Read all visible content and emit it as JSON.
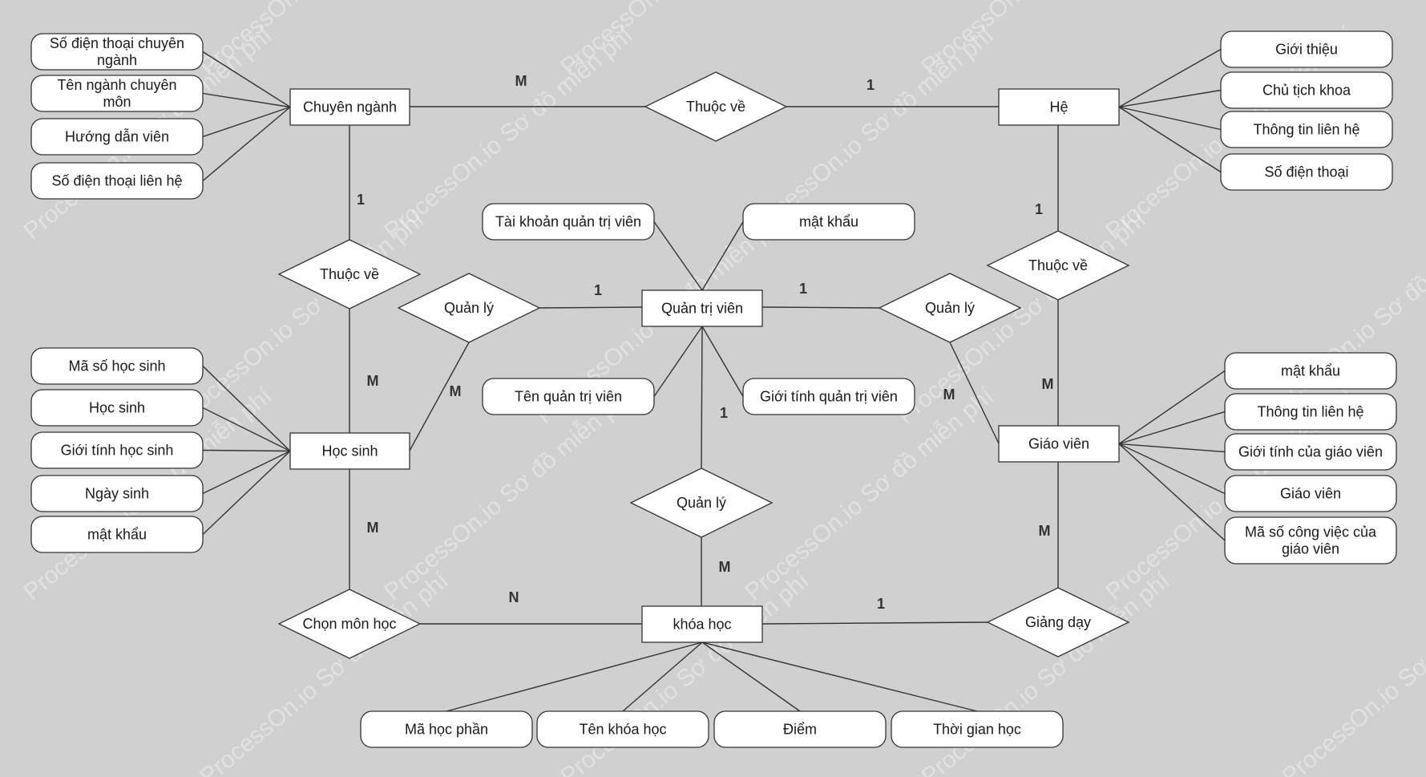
{
  "colors": {
    "background": "#d0d0d0",
    "shape_fill": "#ffffff",
    "stroke": "#333333",
    "watermark": "#ffffff"
  },
  "watermark": "ProcessOn.io Sơ đồ miễn phí",
  "entities": [
    {
      "id": "chuyen_nganh",
      "label": "Chuyên ngành"
    },
    {
      "id": "he",
      "label": "Hệ"
    },
    {
      "id": "quan_tri_vien",
      "label": "Quản trị viên"
    },
    {
      "id": "hoc_sinh",
      "label": "Học sinh"
    },
    {
      "id": "giao_vien",
      "label": "Giáo viên"
    },
    {
      "id": "khoa_hoc",
      "label": "khóa học"
    }
  ],
  "relationships": [
    {
      "id": "thuoc_ve_top",
      "label": "Thuộc về"
    },
    {
      "id": "thuoc_ve_left",
      "label": "Thuộc về"
    },
    {
      "id": "thuoc_ve_right",
      "label": "Thuộc về"
    },
    {
      "id": "quan_ly_left",
      "label": "Quản lý"
    },
    {
      "id": "quan_ly_right",
      "label": "Quản lý"
    },
    {
      "id": "quan_ly_bottom",
      "label": "Quản lý"
    },
    {
      "id": "chon_mon_hoc",
      "label": "Chọn môn học"
    },
    {
      "id": "giang_day",
      "label": "Giảng dạy"
    }
  ],
  "attributes": [
    {
      "id": "a_cn_sdt",
      "entity": "chuyen_nganh",
      "lines": [
        "Số điện thoại chuyên",
        "ngành"
      ]
    },
    {
      "id": "a_cn_ten",
      "entity": "chuyen_nganh",
      "lines": [
        "Tên ngành chuyên",
        "môn"
      ]
    },
    {
      "id": "a_cn_hdv",
      "entity": "chuyen_nganh",
      "lines": [
        "Hướng dẫn viên"
      ]
    },
    {
      "id": "a_cn_sdtlh",
      "entity": "chuyen_nganh",
      "lines": [
        "Số điện thoại liên hệ"
      ]
    },
    {
      "id": "a_he_gt",
      "entity": "he",
      "lines": [
        "Giới thiệu"
      ]
    },
    {
      "id": "a_he_ctk",
      "entity": "he",
      "lines": [
        "Chủ tịch khoa"
      ]
    },
    {
      "id": "a_he_ttlh",
      "entity": "he",
      "lines": [
        "Thông tin liên hệ"
      ]
    },
    {
      "id": "a_he_sdt",
      "entity": "he",
      "lines": [
        "Số điện thoại"
      ]
    },
    {
      "id": "a_qt_tk",
      "entity": "quan_tri_vien",
      "lines": [
        "Tài khoản quản trị viên"
      ]
    },
    {
      "id": "a_qt_mk",
      "entity": "quan_tri_vien",
      "lines": [
        "mật khẩu"
      ]
    },
    {
      "id": "a_qt_ten",
      "entity": "quan_tri_vien",
      "lines": [
        "Tên quản trị viên"
      ]
    },
    {
      "id": "a_qt_gt",
      "entity": "quan_tri_vien",
      "lines": [
        "Giới tính quản trị viên"
      ]
    },
    {
      "id": "a_hs_ma",
      "entity": "hoc_sinh",
      "lines": [
        "Mã số học sinh"
      ]
    },
    {
      "id": "a_hs_hs",
      "entity": "hoc_sinh",
      "lines": [
        "Học sinh"
      ]
    },
    {
      "id": "a_hs_gt",
      "entity": "hoc_sinh",
      "lines": [
        "Giới tính học sinh"
      ]
    },
    {
      "id": "a_hs_ns",
      "entity": "hoc_sinh",
      "lines": [
        "Ngày sinh"
      ]
    },
    {
      "id": "a_hs_mk",
      "entity": "hoc_sinh",
      "lines": [
        "mật khẩu"
      ]
    },
    {
      "id": "a_gv_mk",
      "entity": "giao_vien",
      "lines": [
        "mật khẩu"
      ]
    },
    {
      "id": "a_gv_ttlh",
      "entity": "giao_vien",
      "lines": [
        "Thông tin liên hệ"
      ]
    },
    {
      "id": "a_gv_gt",
      "entity": "giao_vien",
      "lines": [
        "Giới tính của giáo viên"
      ]
    },
    {
      "id": "a_gv_gv",
      "entity": "giao_vien",
      "lines": [
        "Giáo viên"
      ]
    },
    {
      "id": "a_gv_ma",
      "entity": "giao_vien",
      "lines": [
        "Mã số công việc của",
        "giáo viên"
      ]
    },
    {
      "id": "a_kh_ma",
      "entity": "khoa_hoc",
      "lines": [
        "Mã học phần"
      ]
    },
    {
      "id": "a_kh_ten",
      "entity": "khoa_hoc",
      "lines": [
        "Tên khóa học"
      ]
    },
    {
      "id": "a_kh_diem",
      "entity": "khoa_hoc",
      "lines": [
        "Điểm"
      ]
    },
    {
      "id": "a_kh_tg",
      "entity": "khoa_hoc",
      "lines": [
        "Thời gian học"
      ]
    }
  ],
  "connections": [
    {
      "from": "chuyen_nganh",
      "to": "thuoc_ve_top",
      "card": "M"
    },
    {
      "from": "thuoc_ve_top",
      "to": "he",
      "card": "1"
    },
    {
      "from": "chuyen_nganh",
      "to": "thuoc_ve_left",
      "card": "1"
    },
    {
      "from": "thuoc_ve_left",
      "to": "hoc_sinh",
      "card": "M"
    },
    {
      "from": "he",
      "to": "thuoc_ve_right",
      "card": "1"
    },
    {
      "from": "thuoc_ve_right",
      "to": "giao_vien",
      "card": "M"
    },
    {
      "from": "quan_ly_left",
      "to": "quan_tri_vien",
      "card": "1"
    },
    {
      "from": "quan_ly_left",
      "to": "hoc_sinh",
      "card": "M"
    },
    {
      "from": "quan_tri_vien",
      "to": "quan_ly_right",
      "card": "1"
    },
    {
      "from": "quan_ly_right",
      "to": "giao_vien",
      "card": "M"
    },
    {
      "from": "quan_tri_vien",
      "to": "quan_ly_bottom",
      "card": "1"
    },
    {
      "from": "quan_ly_bottom",
      "to": "khoa_hoc",
      "card": "M"
    },
    {
      "from": "hoc_sinh",
      "to": "chon_mon_hoc",
      "card": "M"
    },
    {
      "from": "chon_mon_hoc",
      "to": "khoa_hoc",
      "card": "N"
    },
    {
      "from": "giao_vien",
      "to": "giang_day",
      "card": "M"
    },
    {
      "from": "khoa_hoc",
      "to": "giang_day",
      "card": "1"
    }
  ]
}
